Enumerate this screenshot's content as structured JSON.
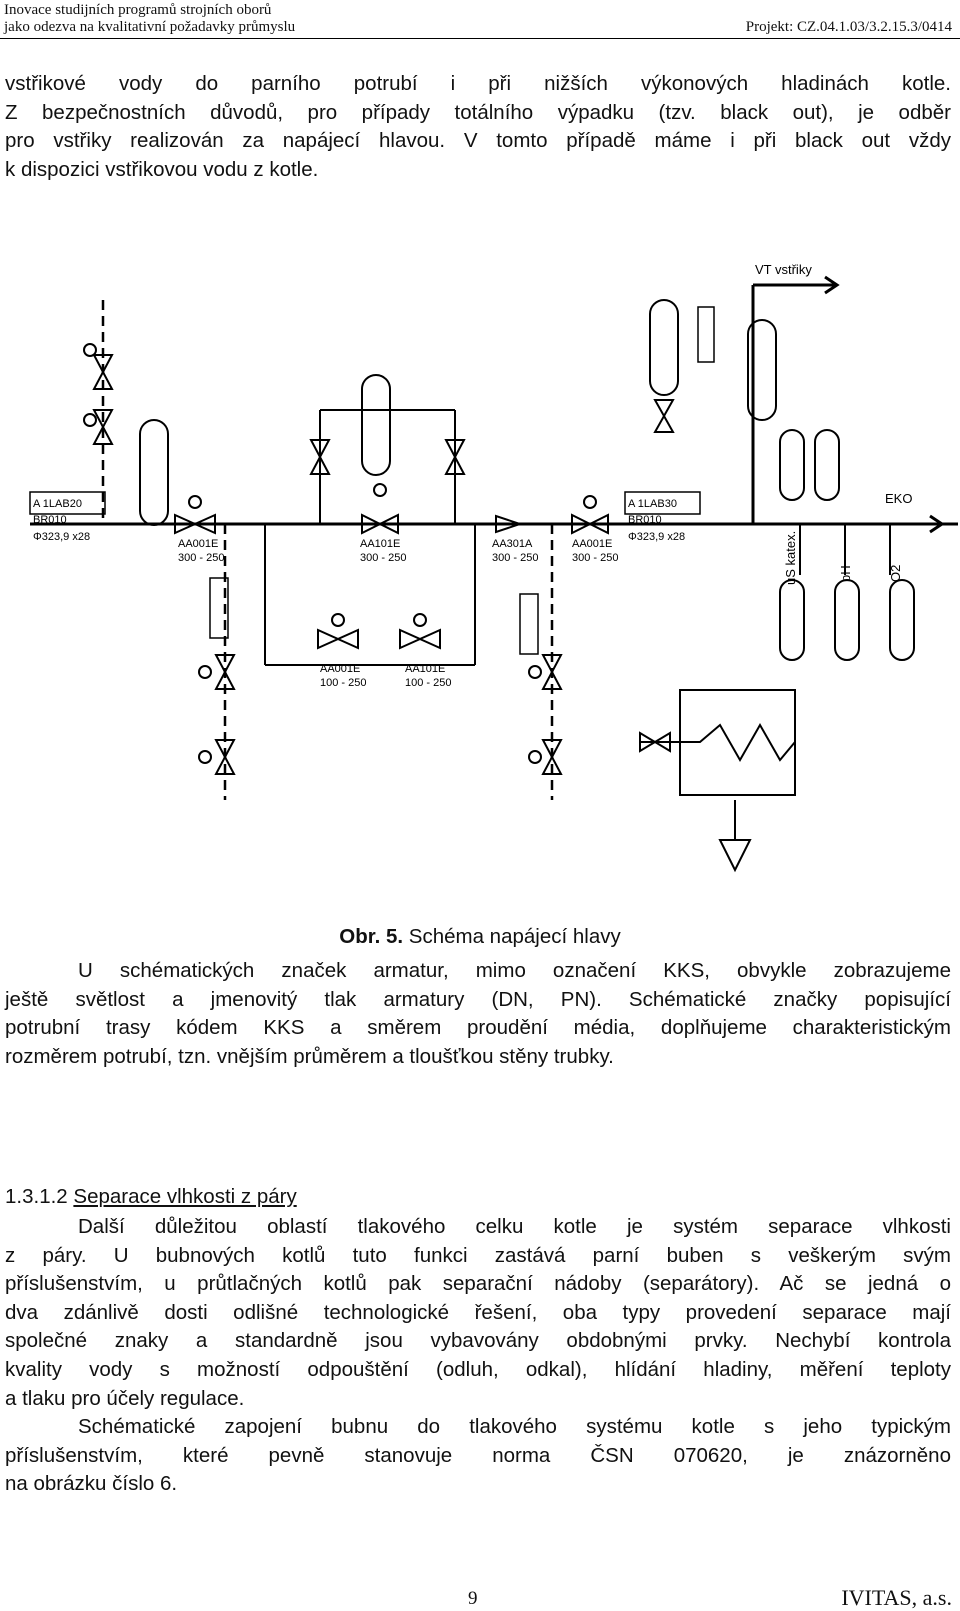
{
  "header": {
    "line1": "Inovace studijních programů strojních oborů",
    "line2": "jako odezva na kvalitativní požadavky průmyslu",
    "project": "Projekt: CZ.04.1.03/3.2.15.3/0414"
  },
  "intro_lines": [
    "vstřikové vody do parního potrubí i při nižších výkonových hladinách kotle.",
    "Z bezpečnostních důvodů, pro případy totálního výpadku (tzv. black out), je odběr",
    "pro vstřiky realizován za napájecí hlavou. V tomto případě máme i při black out vždy",
    "k dispozici vstřikovou vodu z kotle."
  ],
  "figure": {
    "caption_label": "Obr. 5.",
    "caption_text": " Schéma napájecí hlavy",
    "labels": {
      "vt": "VT  vstřiky",
      "eko": "EKO",
      "left_tag": "A   1LAB20",
      "left_br": "BR010",
      "left_dim": "Φ323,9 x28",
      "right_tag": "A   1LAB30",
      "right_br": "BR010",
      "right_dim": "Φ323,9 x28",
      "v1": "AA001E",
      "v1s": "300 - 250",
      "v2": "AA101E",
      "v2s": "300 - 250",
      "v3": "AA301A",
      "v3s": "300 - 250",
      "v4": "AA001E",
      "v4s": "300 - 250",
      "v5": "AA001E",
      "v5s": "100 - 250",
      "v6": "AA101E",
      "v6s": "100 - 250",
      "uS": "uS katex.",
      "pH": "pH",
      "O2": "O2"
    }
  },
  "paragraph1_lines": [
    "U schématických značek armatur, mimo označení KKS, obvykle zobrazujeme",
    "ještě světlost a jmenovitý tlak armatury (DN, PN). Schématické značky popisující",
    "potrubní trasy kódem KKS a směrem proudění média, doplňujeme charakteristickým",
    "rozměrem potrubí, tzn. vnějším průměrem a tloušťkou stěny trubky."
  ],
  "section": {
    "number": "1.3.1.2 ",
    "title": "Separace vlhkosti z páry"
  },
  "paragraph2_lines": [
    "Další důležitou oblastí tlakového celku kotle je systém separace vlhkosti",
    "z páry. U bubnových kotlů tuto funkci zastává parní buben s veškerým svým",
    "příslušenstvím, u průtlačných kotlů pak separační nádoby (separátory). Ač se jedná o",
    "dva zdánlivě dosti odlišné technologické řešení, oba typy provedení separace mají",
    "společné znaky a standardně jsou vybavovány obdobnými prvky. Nechybí kontrola",
    "kvality vody s možností odpouštění (odluh, odkal), hlídání hladiny, měření teploty",
    "a tlaku pro účely regulace."
  ],
  "paragraph3_lines": [
    "Schématické zapojení bubnu do tlakového systému kotle s jeho typickým",
    "příslušenstvím, které pevně stanovuje norma ČSN 070620, je znázorněno",
    "na obrázku číslo 6."
  ],
  "footer": {
    "page_number": "9",
    "company": "IVITAS, a.s."
  }
}
